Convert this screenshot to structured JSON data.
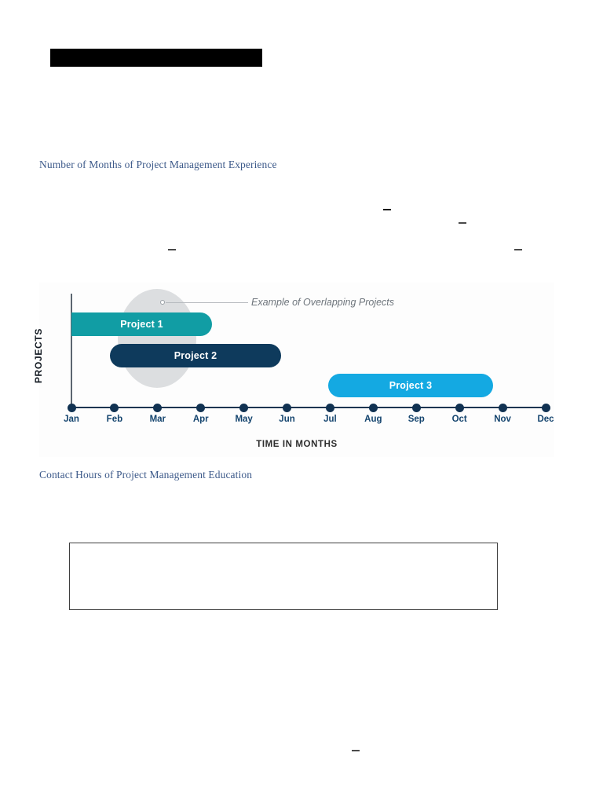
{
  "document": {
    "redaction_bar": "",
    "fields": [
      {
        "label": "Number of Months of Project Management Experience"
      },
      {
        "label": "Contact Hours of Project Management Education"
      }
    ],
    "answer_box": {
      "value": ""
    }
  },
  "chart_data": {
    "type": "bar",
    "chart_style": "gantt",
    "title": "",
    "xlabel": "TIME IN MONTHS",
    "ylabel": "PROJECTS",
    "grid": false,
    "legend_position": "none",
    "categories": [
      "Jan",
      "Feb",
      "Mar",
      "Apr",
      "May",
      "Jun",
      "Jul",
      "Aug",
      "Sep",
      "Oct",
      "Nov",
      "Dec"
    ],
    "xlim": [
      1,
      12
    ],
    "annotation": "Example of Overlapping Projects",
    "series": [
      {
        "name": "Project 1",
        "start_month": "Jan",
        "end_month": "Apr",
        "start": 1,
        "end": 4.4,
        "color": "#119DA4"
      },
      {
        "name": "Project 2",
        "start_month": "Feb",
        "end_month": "Jun",
        "start": 2,
        "end": 6.1,
        "color": "#0E3A5C"
      },
      {
        "name": "Project 3",
        "start_month": "Jul",
        "end_month": "Nov",
        "start": 7.2,
        "end": 11.2,
        "color": "#14A9E2"
      }
    ]
  },
  "colors": {
    "label_blue": "#3d5a8a",
    "tick_navy": "#14446e",
    "teal": "#119DA4",
    "navy": "#0E3A5C",
    "cyan": "#14A9E2",
    "overlap_gray": "#dcdee0",
    "annotation_gray": "#6e757c"
  }
}
